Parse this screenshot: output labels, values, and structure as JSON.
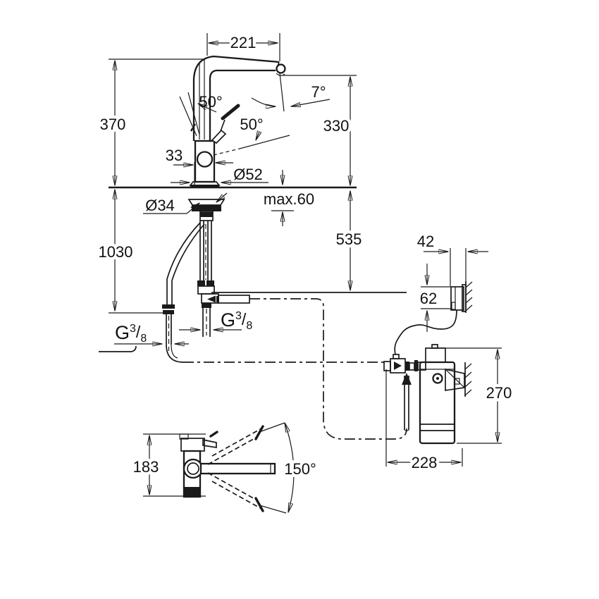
{
  "colors": {
    "line": "#1a1a1a",
    "background": "#ffffff"
  },
  "front_view": {
    "spout_reach": "221",
    "total_height": "370",
    "outlet_height": "330",
    "outlet_angle": "7°",
    "handle_angle_1": "50°",
    "handle_angle_2": "50°",
    "body_width": "33",
    "base_diameter": "Ø52",
    "hole_diameter": "Ø34",
    "max_counter_thickness": "max.60",
    "hose_length": "1030",
    "filter_hose_drop": "535",
    "thread": {
      "letter": "G",
      "numerator": "3",
      "slash": "/",
      "denominator": "8"
    }
  },
  "filter_unit": {
    "bracket_depth": "42",
    "box_height": "62",
    "cartridge_height": "270",
    "installation_width": "228"
  },
  "top_view": {
    "spout_projection": "183",
    "swivel_angle": "150°"
  }
}
